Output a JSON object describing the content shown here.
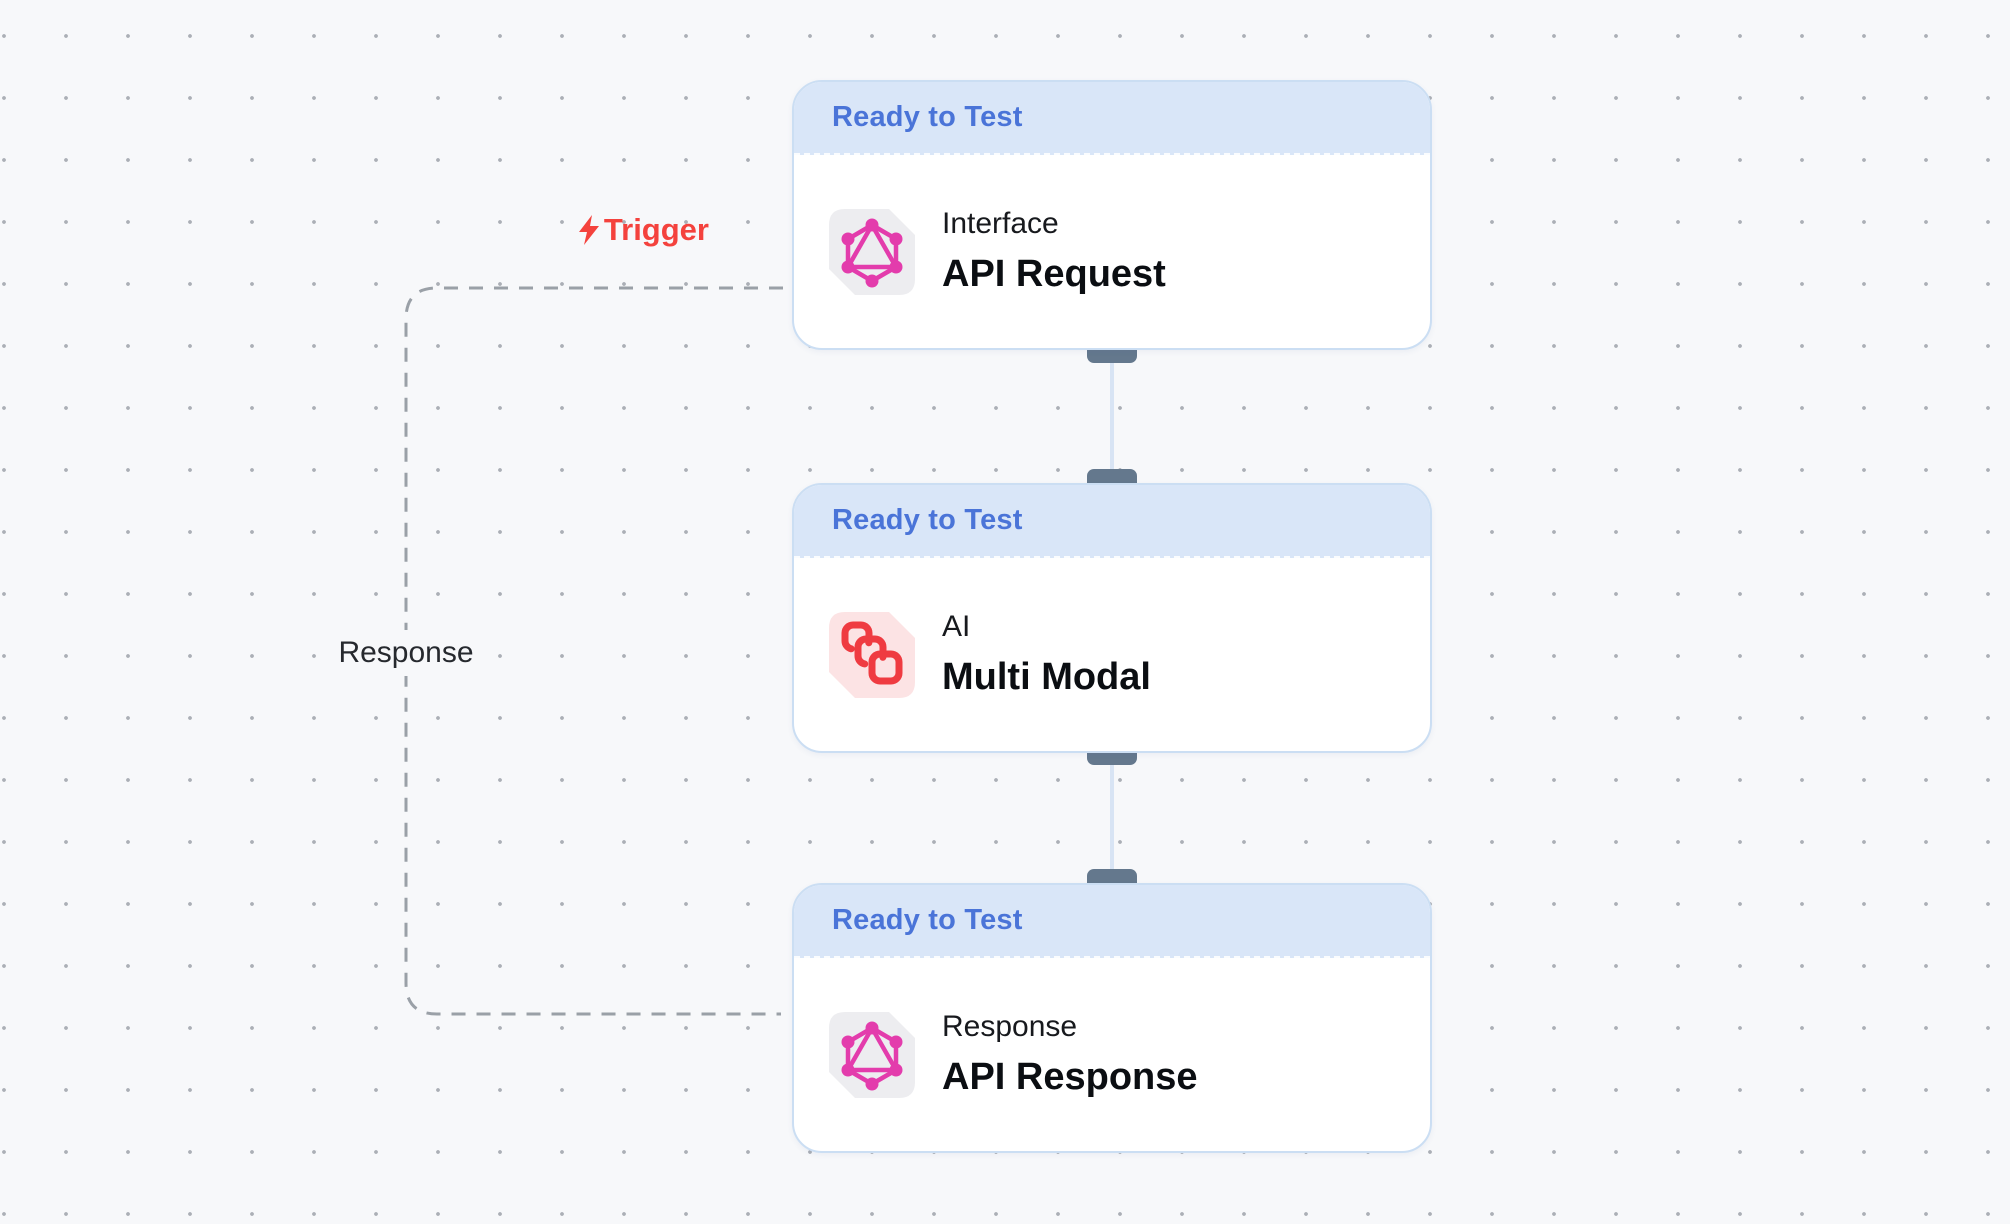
{
  "canvas": {
    "type": "workflow-editor",
    "background": "#f7f8fa",
    "dot_grid_color": "#abafb6"
  },
  "labels": {
    "trigger": "Trigger",
    "response": "Response"
  },
  "nodes": [
    {
      "status": "Ready to Test",
      "category": "Interface",
      "title": "API Request",
      "icon": "graphql-icon",
      "icon_bg": "#ededf0",
      "icon_color": "#e33cac"
    },
    {
      "status": "Ready to Test",
      "category": "AI",
      "title": "Multi Modal",
      "icon": "link-chain-icon",
      "icon_bg": "#fce3e4",
      "icon_color": "#ef3b41"
    },
    {
      "status": "Ready to Test",
      "category": "Response",
      "title": "API Response",
      "icon": "graphql-icon",
      "icon_bg": "#ededf0",
      "icon_color": "#e33cac"
    }
  ],
  "edges": [
    {
      "from": "API Request",
      "to": "Multi Modal",
      "type": "solid"
    },
    {
      "from": "Multi Modal",
      "to": "API Response",
      "type": "solid"
    },
    {
      "from": "API Response",
      "to": "API Request",
      "type": "dashed",
      "label": "Response"
    }
  ],
  "colors": {
    "header-bg": "#d9e6f8",
    "header-text": "#4a74d8",
    "card-border": "#cbdef3",
    "accent-pink": "#e33cac",
    "accent-red": "#ef3b41",
    "trigger-red": "#f4423d",
    "handle": "#64788d",
    "conn-line": "#d8e4f4",
    "edge-dash": "#9aa0a7"
  }
}
